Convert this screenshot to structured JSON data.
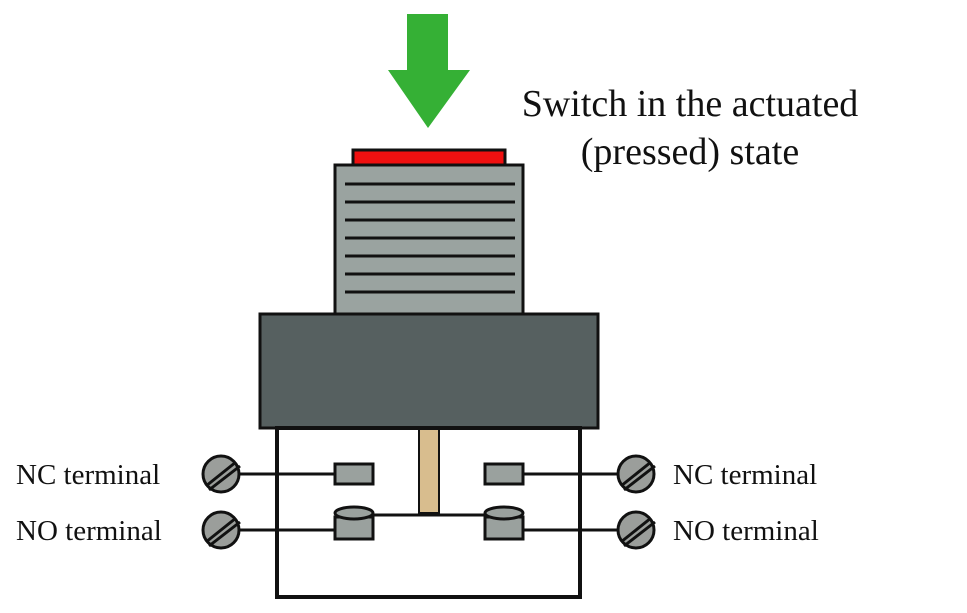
{
  "caption": {
    "line1": "Switch in the actuated",
    "line2": "(pressed) state"
  },
  "labels": {
    "nc_left": "NC terminal",
    "no_left": "NO terminal",
    "nc_right": "NC terminal",
    "no_right": "NO terminal"
  },
  "colors": {
    "arrow": "#35b035",
    "button_cap": "#f01010",
    "plunger": "#9aa3a0",
    "housing": "#566060",
    "actuator_rod": "#d8bd8e",
    "screw": "#9b9e9b",
    "contact": "#9aa19e",
    "outline": "#111111"
  },
  "icons": {
    "arrow": "arrow-down-icon",
    "screw": "screw-icon"
  }
}
